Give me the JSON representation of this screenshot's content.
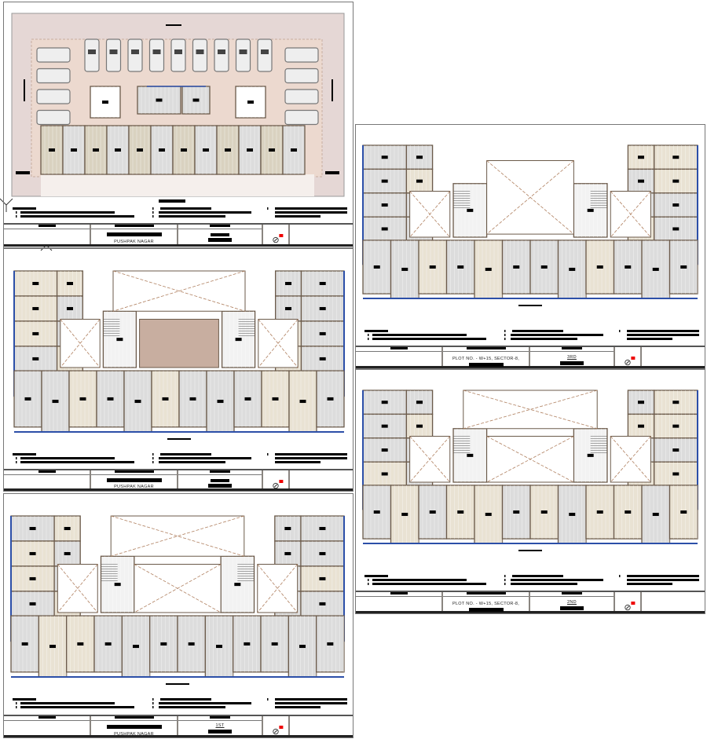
{
  "sheets": [
    {
      "id": "stilt",
      "location": "PUSHPAK NAGAR",
      "floor": ""
    },
    {
      "id": "typical",
      "location": "PUSHPAK NAGAR",
      "floor": ""
    },
    {
      "id": "first",
      "location": "PUSHPAK NAGAR",
      "floor": "1ST"
    },
    {
      "id": "third",
      "location": "PLOT NO. - W+15, SECTOR-8,",
      "floor": "3RD"
    },
    {
      "id": "second",
      "location": "PLOT NO. - W+15, SECTOR-8,",
      "floor": "2ND"
    }
  ],
  "icons": {
    "north_arrow": "north-arrow-icon",
    "section_marker": "section-marker-icon"
  },
  "colors": {
    "wall": "#6b5a4a",
    "window": "#2c4fa8",
    "room": "#dcdcdc",
    "room_beige": "#e9e2d3",
    "stilt_bg": "#e5d7d5",
    "paving": "#c8aea0",
    "void_line": "#b08060"
  }
}
